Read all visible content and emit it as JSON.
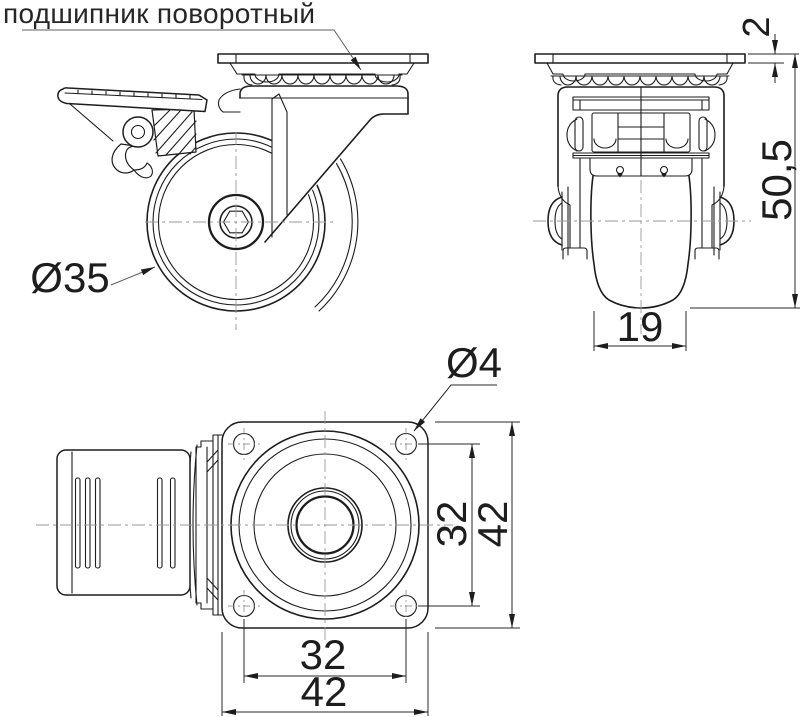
{
  "drawing": {
    "title": "подшипник поворотный",
    "dimensions": {
      "wheel_diameter": "Ø35",
      "plate_thickness": "2",
      "total_height": "50,5",
      "wheel_width": "19",
      "hole_diameter": "Ø4",
      "hole_spacing_vertical": "32",
      "plate_height": "42",
      "hole_spacing_horizontal": "32",
      "plate_width": "42"
    },
    "colors": {
      "line": "#1d1d1d",
      "centerline": "#9a9a9a",
      "dimension": "#2a2a2a",
      "leader": "#5f5f5f",
      "background": "#ffffff"
    }
  }
}
